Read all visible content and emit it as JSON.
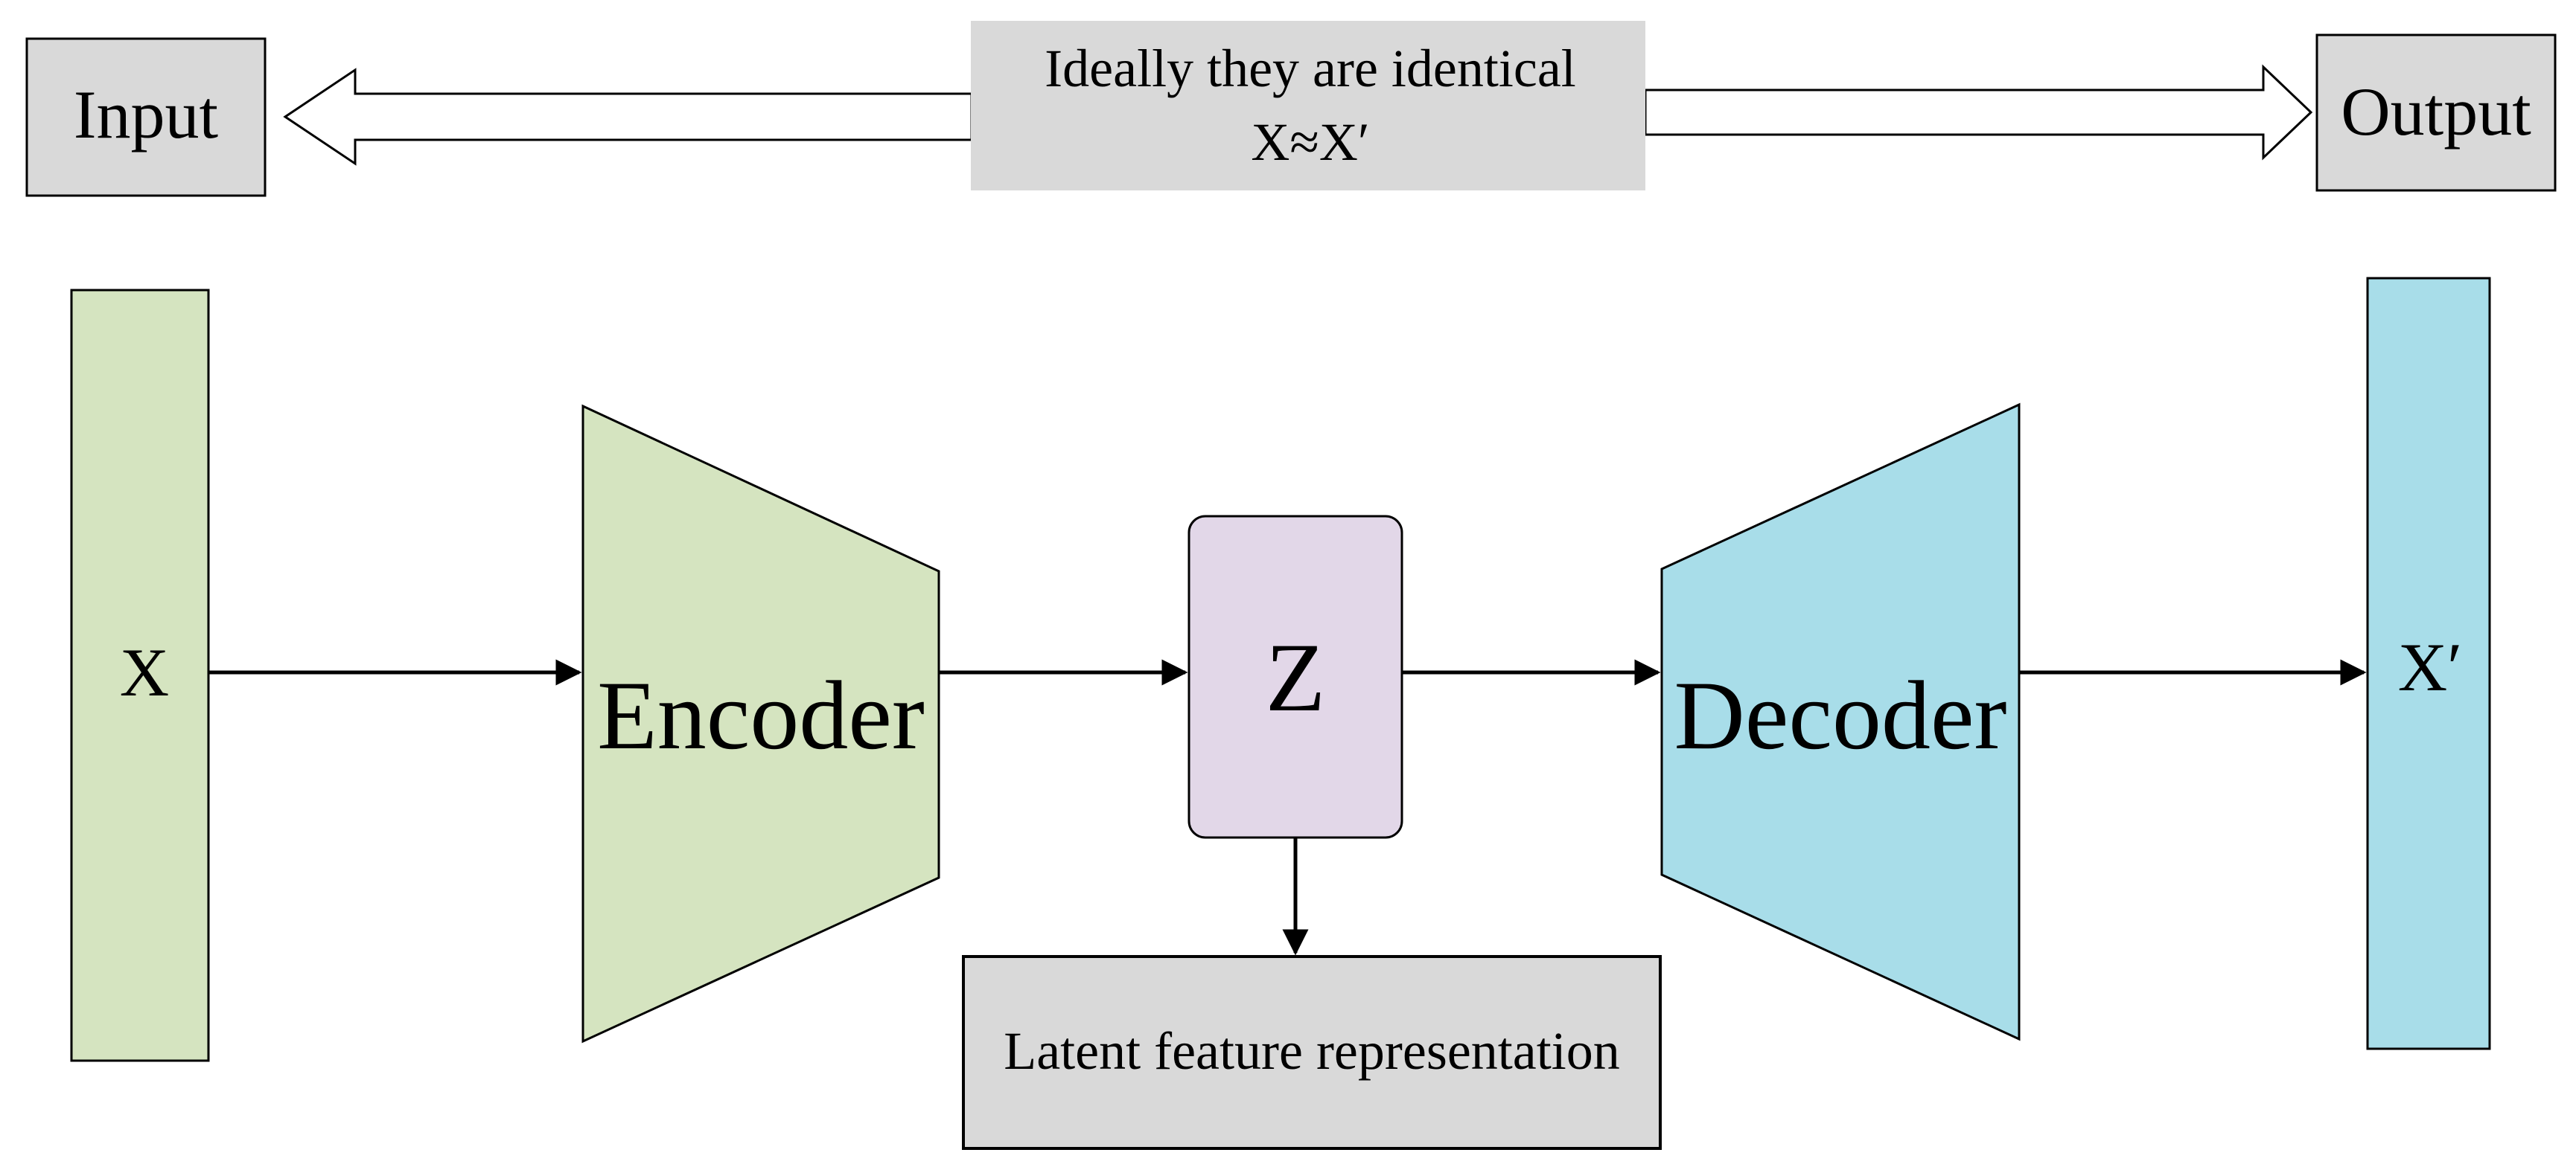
{
  "input_label": "Input",
  "output_label": "Output",
  "identity_note": {
    "line1": "Ideally they are identical",
    "line2": "X≈X′"
  },
  "input_vector_label": "X",
  "encoder_label": "Encoder",
  "latent_label": "Z",
  "decoder_label": "Decoder",
  "output_vector_label": "X′",
  "latent_caption": "Latent feature representation",
  "colors": {
    "green": "#d5e4c0",
    "blue": "#a8dde9",
    "lavender": "#e2d7e8",
    "gray": "#d9d9d9",
    "stroke": "#000000"
  }
}
